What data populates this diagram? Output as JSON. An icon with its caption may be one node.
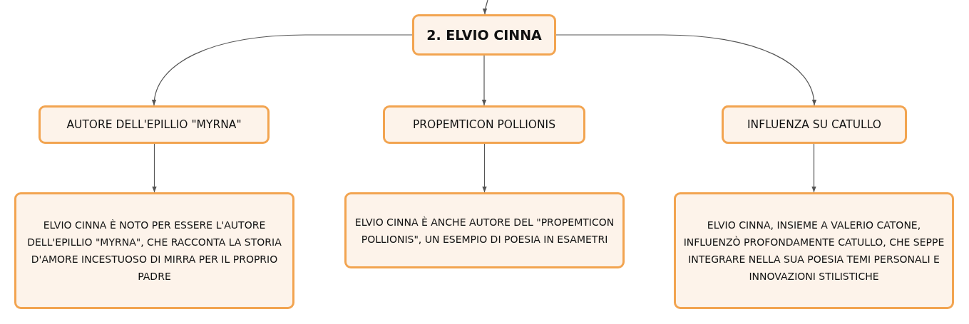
{
  "diagram": {
    "nodes": [
      {
        "text": [
          "2. ELVIO CINNA"
        ]
      },
      {
        "text": [
          "AUTORE DELL'EPILLIO \"MYRNA\""
        ]
      },
      {
        "text": [
          "PROPEMTICON POLLIONIS"
        ]
      },
      {
        "text": [
          "INFLUENZA SU CATULLO"
        ]
      },
      {
        "text": [
          "ELVIO CINNA È NOTO PER ESSERE L'AUTORE DELL'EPILLIO \"MYRNA\", CHE RACCONTA LA STORIA D'AMORE INCESTUOSO DI MIRRA PER IL PROPRIO PADRE"
        ]
      },
      {
        "text": [
          "ELVIO CINNA È ANCHE AUTORE DEL \"PROPEMTICON POLLIONIS\", UN ESEMPIO DI POESIA IN ESAMETRI"
        ]
      },
      {
        "text": [
          "ELVIO CINNA, INSIEME A VALERIO CATONE, INFLUENZÒ PROFONDAMENTE CATULLO, CHE SEPPE INTEGRARE NELLA SUA POESIA TEMI PERSONALI E INNOVAZIONI STILISTICHE"
        ]
      }
    ],
    "edges": [
      {
        "from": null,
        "to": 0,
        "arrow": "to"
      },
      {
        "from": 0,
        "to": 1,
        "arrow": "to"
      },
      {
        "from": 0,
        "to": 2,
        "arrow": "to"
      },
      {
        "from": 0,
        "to": 3,
        "arrow": "to"
      },
      {
        "from": 1,
        "to": 4,
        "arrow": "to"
      },
      {
        "from": 2,
        "to": 5,
        "arrow": "to"
      },
      {
        "from": 3,
        "to": 6,
        "arrow": "to"
      }
    ]
  }
}
